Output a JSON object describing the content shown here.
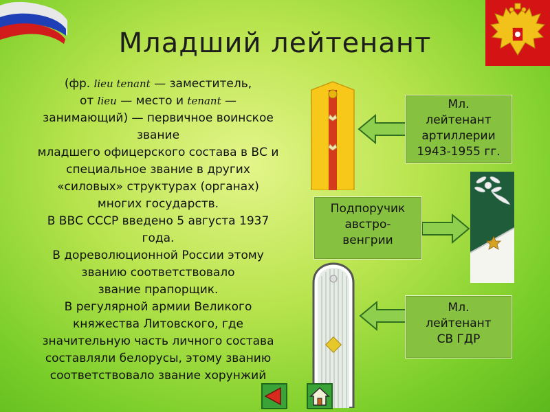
{
  "title": "Младший лейтенант",
  "body": {
    "lines": [
      [
        "(фр. ",
        "lieu tenant",
        " — заместитель,"
      ],
      [
        "от ",
        "lieu",
        " — место и ",
        "tenant",
        " —"
      ],
      [
        "занимающий) — первичное воинское"
      ],
      [
        "звание"
      ],
      [
        " младшего офицерского состава в ВС  и"
      ],
      [
        "специальное звание в других"
      ],
      [
        "«силовых» структурах (органах)"
      ],
      [
        "многих государств."
      ],
      [
        "В ВВС СССР введено 5 августа 1937"
      ],
      [
        "года."
      ],
      [
        "В дореволюционной России этому"
      ],
      [
        "званию соответствовало"
      ],
      [
        "звание прапорщик."
      ],
      [
        "В регулярной армии Великого"
      ],
      [
        "княжества Литовского, где"
      ],
      [
        "значительную часть личного состава"
      ],
      [
        "составляли белорусы, этому званию"
      ],
      [
        "соответствовало звание хорунжий"
      ]
    ]
  },
  "labels": {
    "artillery": [
      "Мл.",
      "лейтенант",
      "артиллерии",
      "1943-1955 гг."
    ],
    "austria": [
      "Подпоручик",
      "австро-",
      "венгрии"
    ],
    "gdr": [
      "Мл.",
      "лейтенант",
      "СВ ГДР"
    ]
  },
  "colors": {
    "label_bg": "#86c140",
    "arrow": "#8fcf4e",
    "nav_button": "#3aa337"
  },
  "icons": {
    "flag": "russian-flag",
    "emblem": "russian-coat-of-arms",
    "back": "back-arrow-icon",
    "home": "home-icon"
  }
}
